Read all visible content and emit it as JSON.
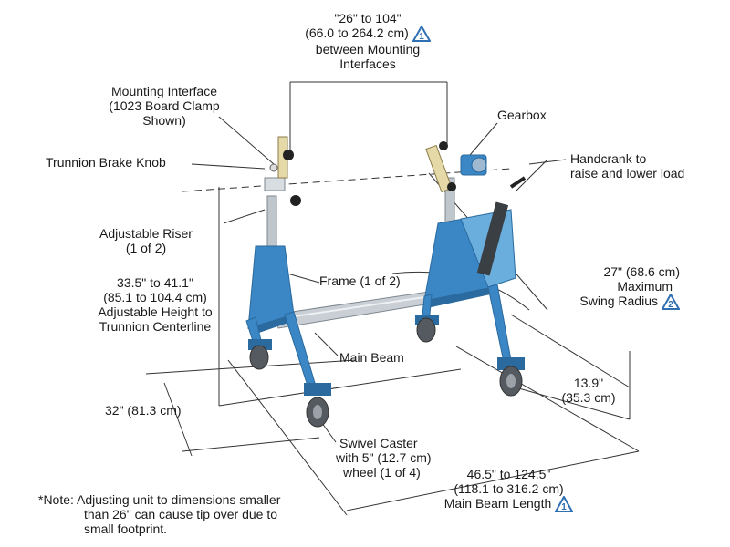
{
  "colors": {
    "frame": "#3b86c4",
    "frame_dark": "#2a6a9e",
    "frame_light": "#6aaede",
    "beam": "#c9cfd4",
    "line": "#333333",
    "badge": "#2f6fb3",
    "tire": "#555a60"
  },
  "labels": {
    "span": [
      "\"26\" to 104\"",
      "(66.0  to 264.2 cm)",
      "between Mounting",
      "Interfaces"
    ],
    "mounting_interface": [
      "Mounting Interface",
      "(1023 Board Clamp",
      "Shown)"
    ],
    "trunnion_brake": "Trunnion Brake Knob",
    "gearbox": "Gearbox",
    "handcrank": [
      "Handcrank to",
      "raise and lower load"
    ],
    "adjustable_riser": [
      "Adjustable Riser",
      "(1 of 2)"
    ],
    "frame": "Frame (1 of 2)",
    "height": [
      "33.5\" to 41.1\"",
      "(85.1 to 104.4 cm)",
      "Adjustable Height to",
      "Trunnion Centerline"
    ],
    "swing": [
      "27\" (68.6 cm)",
      "Maximum",
      "Swing Radius"
    ],
    "main_beam": "Main Beam",
    "width": "32\" (81.3 cm)",
    "caster_height": [
      "13.9\"",
      "(35.3 cm)"
    ],
    "swivel": [
      "Swivel Caster",
      "with 5\" (12.7 cm)",
      "wheel (1 of 4)"
    ],
    "beam_length": [
      "46.5\" to 124.5\"",
      "(118.1 to 316.2 cm)",
      "Main Beam Length"
    ],
    "note": [
      "*Note: Adjusting unit to dimensions smaller",
      "than 26\" can cause tip over due to",
      "small footprint."
    ]
  },
  "badges": {
    "span": "1",
    "swing": "2",
    "beam_length": "1"
  }
}
